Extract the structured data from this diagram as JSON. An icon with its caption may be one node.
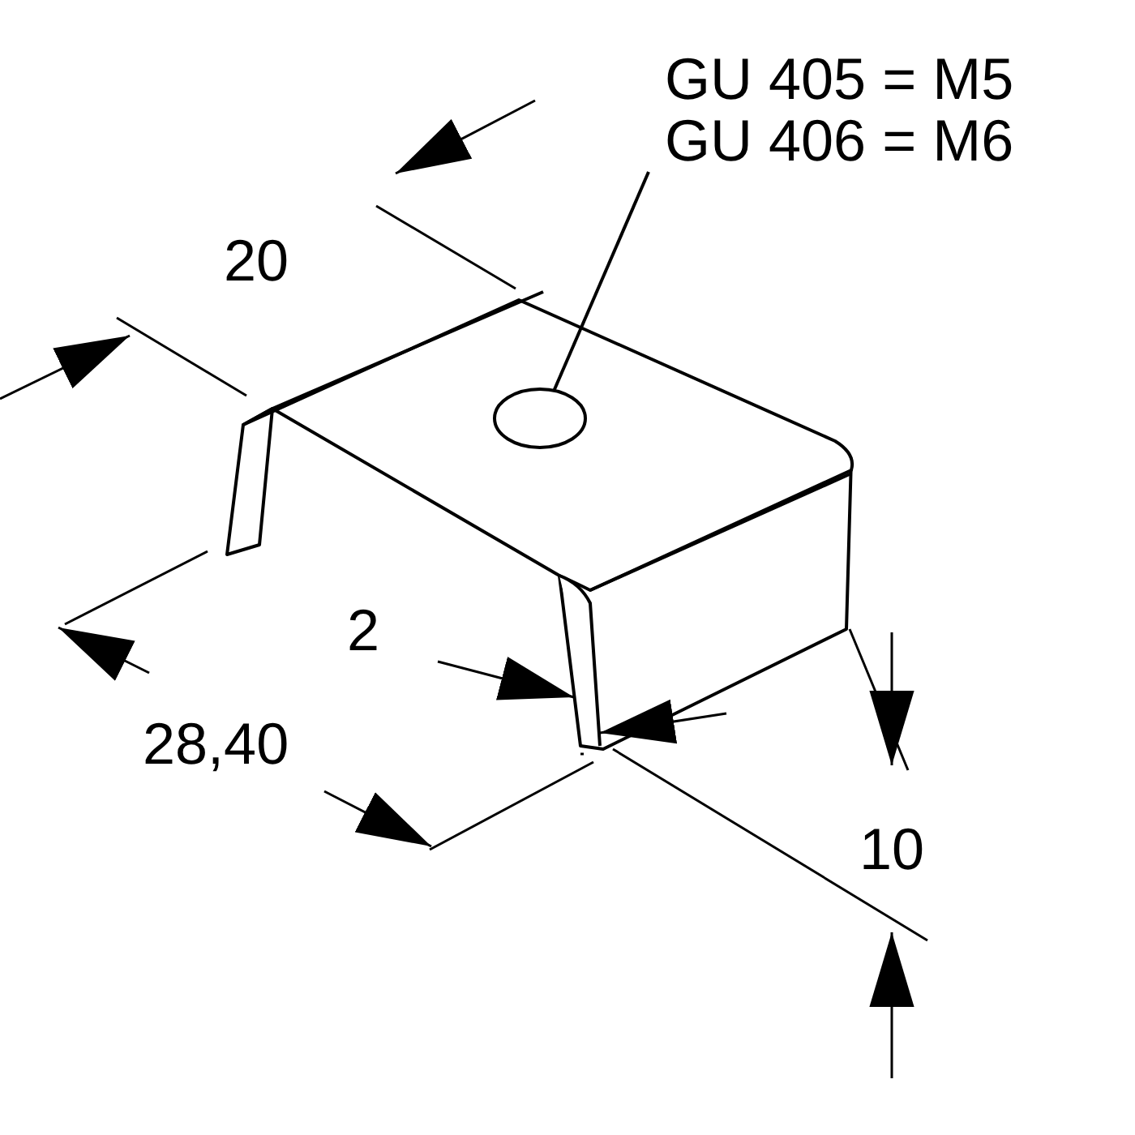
{
  "diagram": {
    "nodes": [
      {
        "text": [
          "GU 405 = M5",
          "GU 406 = M6"
        ]
      },
      {
        "text": [],
        "shape": "circle"
      }
    ],
    "edges": [
      {
        "from": 0,
        "to": 1,
        "arrow": "none"
      }
    ],
    "labels": [
      "20",
      "2",
      "28,40",
      "10"
    ]
  }
}
